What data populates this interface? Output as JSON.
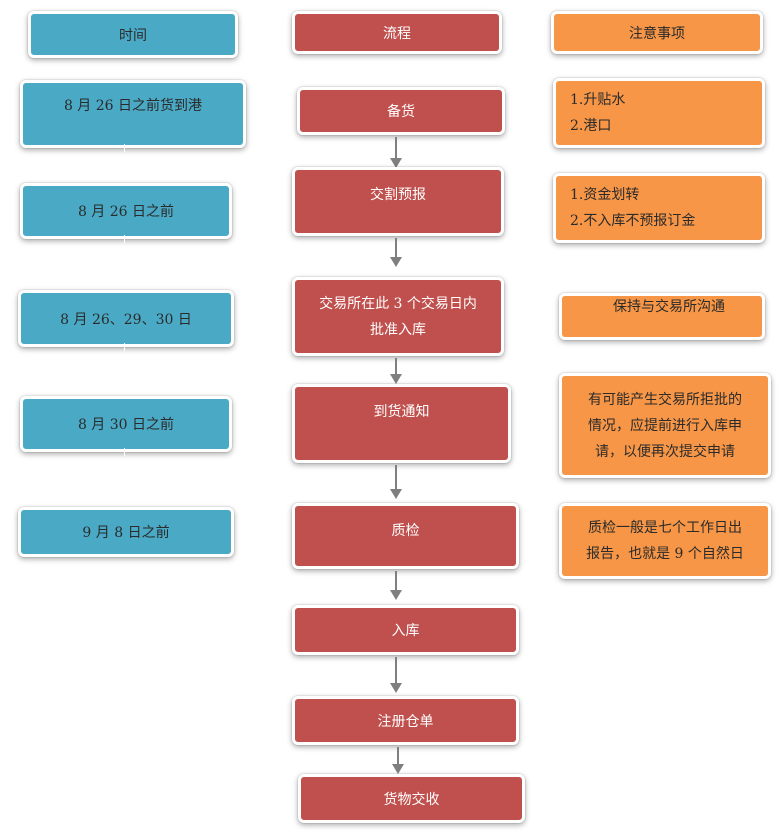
{
  "headers": {
    "time": "时间",
    "process": "流程",
    "notes": "注意事项"
  },
  "timeline": [
    "8 月 26 日之前货到港",
    "8 月 26 日之前",
    "8 月 26、29、30 日",
    "8 月 30 日之前",
    "9 月 8 日之前"
  ],
  "process_steps": {
    "prepare": "备货",
    "declare": "交割预报",
    "approve_line1": "交易所在此 3 个交易日内",
    "approve_line2": "批准入库",
    "arrival": "到货通知",
    "inspect": "质检",
    "storage": "入库",
    "register": "注册仓单",
    "delivery": "货物交收"
  },
  "notes": {
    "n1_line1": "1.升贴水",
    "n1_line2": "2.港口",
    "n2_line1": "1.资金划转",
    "n2_line2": "2.不入库不预报订金",
    "n3": "保持与交易所沟通",
    "n4_line1": "有可能产生交易所拒批的",
    "n4_line2": "情况，应提前进行入库申",
    "n4_line3": "请，以便再次提交申请",
    "n5_line1": "质检一般是七个工作日出",
    "n5_line2": "报告，也就是 9 个自然日"
  },
  "colors": {
    "blue": "#4aa9c5",
    "red": "#c0504d",
    "orange": "#f79646",
    "arrow": "#7f7f7f"
  }
}
